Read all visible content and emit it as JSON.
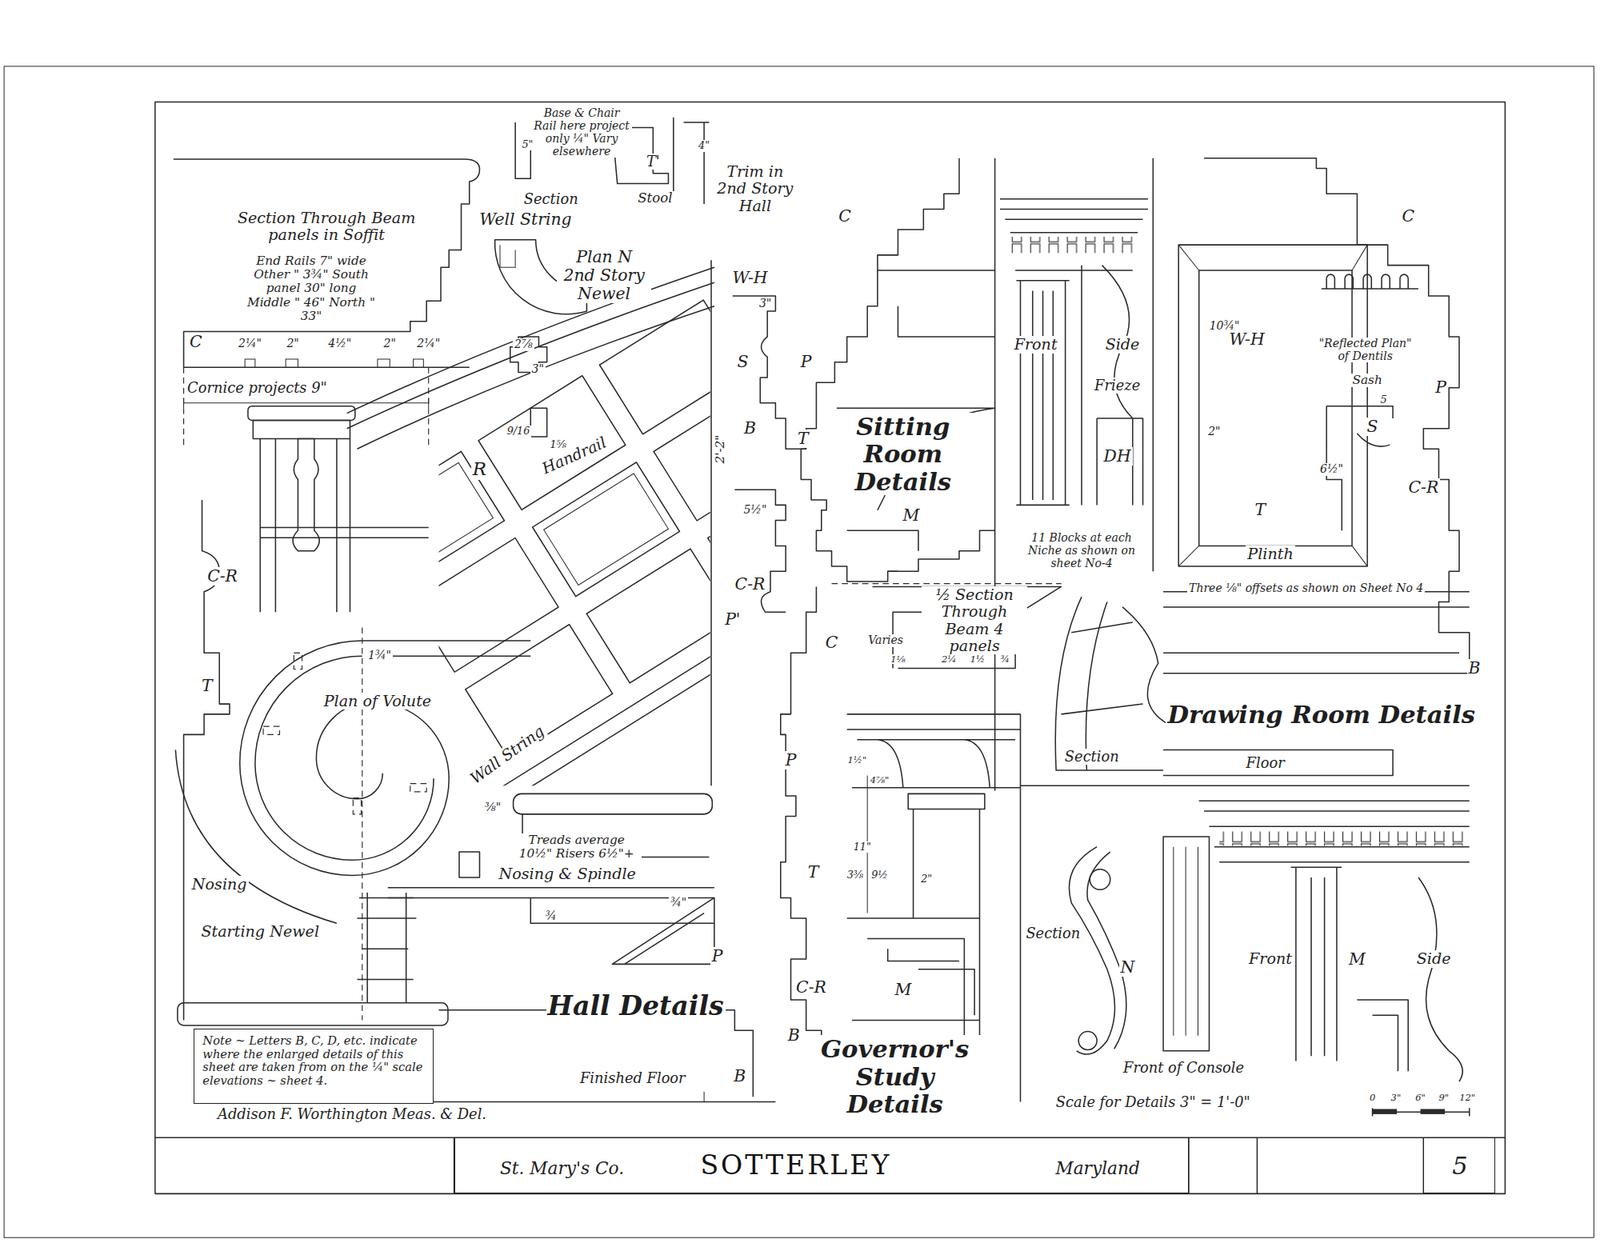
{
  "diagram": {
    "title": "SOTTERLEY",
    "nodes": [
      {
        "text": [
          "St. Mary's Co.",
          "Maryland"
        ]
      },
      {
        "text": [
          "5"
        ]
      },
      {
        "text": [
          "Note ~ Letters B, C, D, etc. indicate where the enlarged details of this sheet are taken from on the ¼\" scale elevations ~ sheet 4."
        ]
      }
    ],
    "labels": [
      "Base & Chair Rail here project only ¼\" Vary elsewhere",
      "5\"",
      "T'",
      "4\"",
      "Section",
      "Stool",
      "Trim in 2nd Story Hall",
      "Section Through Beam panels in Soffit",
      "End Rails 7\" wide Other \" 3¾\" South panel 30\" long Middle \" 46\" North \" 33\"",
      "Well String",
      "Plan N 2nd Story Newel",
      "C",
      "2¼\"",
      "2\"",
      "4½\"",
      "2\"",
      "2¼\"",
      "Cornice projects 9\"",
      "2⅞",
      "3\"",
      "9/16",
      "1⅝",
      "Handrail",
      "R",
      "2'-2\"",
      "C-R",
      "T",
      "1¾\"",
      "Plan of Volute",
      "Wall String",
      "⅜\"",
      "Treads average 10½\" Risers 6½\"+",
      "Nosing & Spindle",
      "Nosing",
      "Starting Newel",
      "¾\"",
      "¾",
      "P",
      "Hall Details",
      "Addison F. Worthington Meas. & Del.",
      "Finished Floor",
      "B",
      "C",
      "W-H",
      "3\"",
      "S",
      "P",
      "B",
      "T",
      "Sitting Room Details",
      "5½\"",
      "M",
      "C-R",
      "P'",
      "Front",
      "Side",
      "Frieze",
      "DH",
      "11 Blocks at each Niche as shown on sheet No-4",
      "½ Section Through Beam 4 panels",
      "C",
      "Varies",
      "1⅛",
      "2¼",
      "1½",
      "¾",
      "P",
      "1½\"",
      "4⅞\"",
      "11\"",
      "3⅜",
      "9½",
      "2\"",
      "T",
      "C-R",
      "M",
      "B",
      "Governor's Study Details",
      "C",
      "10¾\"",
      "W-H",
      "\"Reflected Plan\" of Dentils",
      "Sash",
      "5",
      "P",
      "S",
      "2\"",
      "6½\"",
      "C-R",
      "T",
      "Plinth",
      "Three ⅛\" offsets as shown on Sheet No 4",
      "B",
      "Section",
      "Drawing Room Details",
      "Floor",
      "Section",
      "N",
      "Front",
      "M",
      "Side",
      "Front of Console",
      "Scale for Details 3\" = 1'-0\"",
      "0",
      "3\"",
      "6\"",
      "9\"",
      "12\""
    ]
  }
}
